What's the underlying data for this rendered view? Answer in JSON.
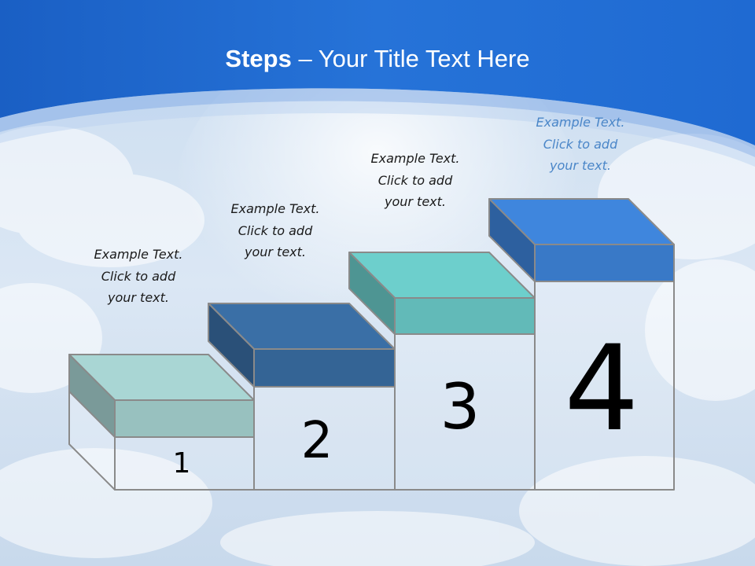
{
  "title": {
    "bold": "Steps",
    "rest": " – Your Title Text Here"
  },
  "steps": [
    {
      "number": "1",
      "caption": [
        "Example Text.",
        "Click  to add",
        "your text."
      ]
    },
    {
      "number": "2",
      "caption": [
        "Example Text.",
        "Click  to add",
        "your text."
      ]
    },
    {
      "number": "3",
      "caption": [
        "Example Text.",
        "Click  to add",
        "your text."
      ]
    },
    {
      "number": "4",
      "caption": [
        "Example Text.",
        "Click  to add",
        "your text."
      ]
    }
  ],
  "colors": {
    "header": "#1f6fd6",
    "step1": "#a9d6d4",
    "step2": "#3a6fa6",
    "step3": "#6dcfcc",
    "step4": "#3f86dd",
    "outline": "#8a8a8a"
  }
}
